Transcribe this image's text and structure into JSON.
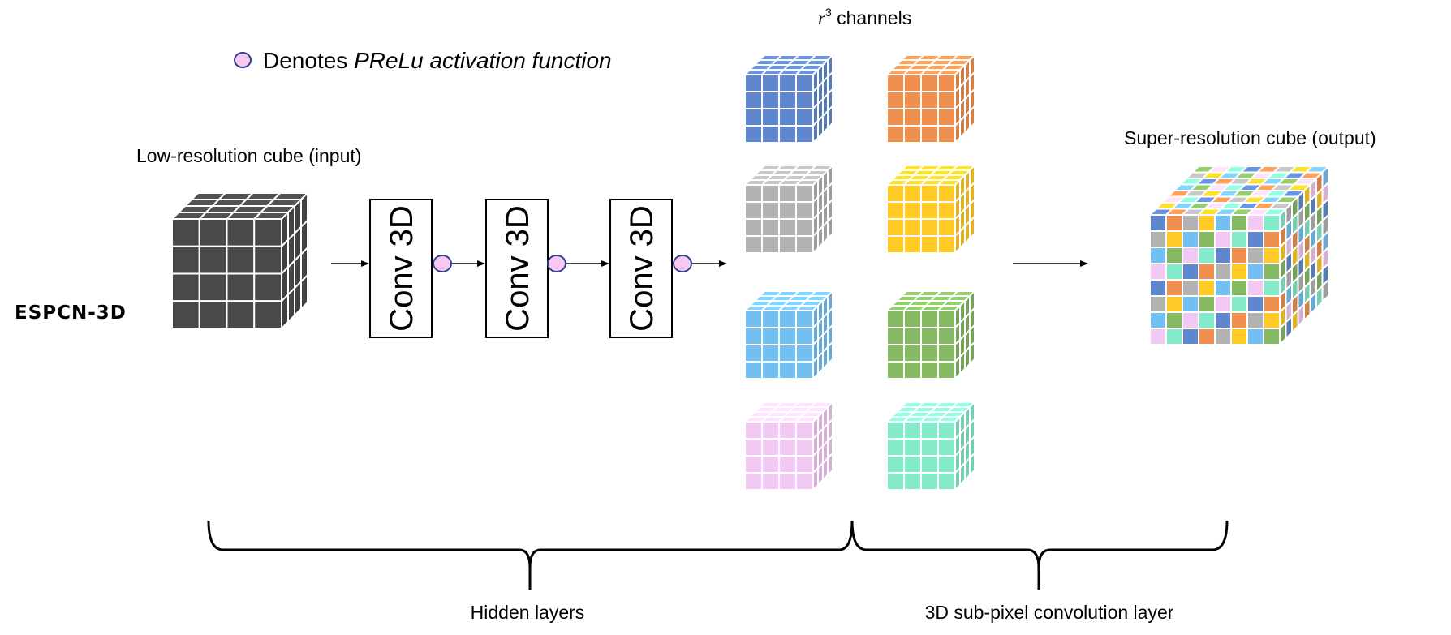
{
  "diagram": {
    "model_name": "ESPCN-3D",
    "legend": {
      "prefix": "Denotes ",
      "italic": "PReLu activation function",
      "marker_color": "#f8c8f0",
      "marker_stroke": "#2f3f8f"
    },
    "input_label": "Low-resolution cube (input)",
    "output_label": "Super-resolution cube (output)",
    "channels_label": {
      "symbol": "r",
      "exponent": "3",
      "text": " channels"
    },
    "conv_layers": [
      {
        "label": "Conv 3D"
      },
      {
        "label": "Conv 3D"
      },
      {
        "label": "Conv 3D"
      }
    ],
    "channel_cubes": [
      {
        "color": "#4472c4"
      },
      {
        "color": "#ed7d31"
      },
      {
        "color": "#a5a5a5"
      },
      {
        "color": "#ffc000"
      },
      {
        "color": "#5bb4ee"
      },
      {
        "color": "#70ad47"
      },
      {
        "color": "#f0c0f0"
      },
      {
        "color": "#6ee6c0"
      }
    ],
    "input_cube_color": "#3a3a3a",
    "braces": [
      {
        "label": "Hidden layers"
      },
      {
        "label": "3D sub-pixel convolution layer"
      }
    ]
  }
}
